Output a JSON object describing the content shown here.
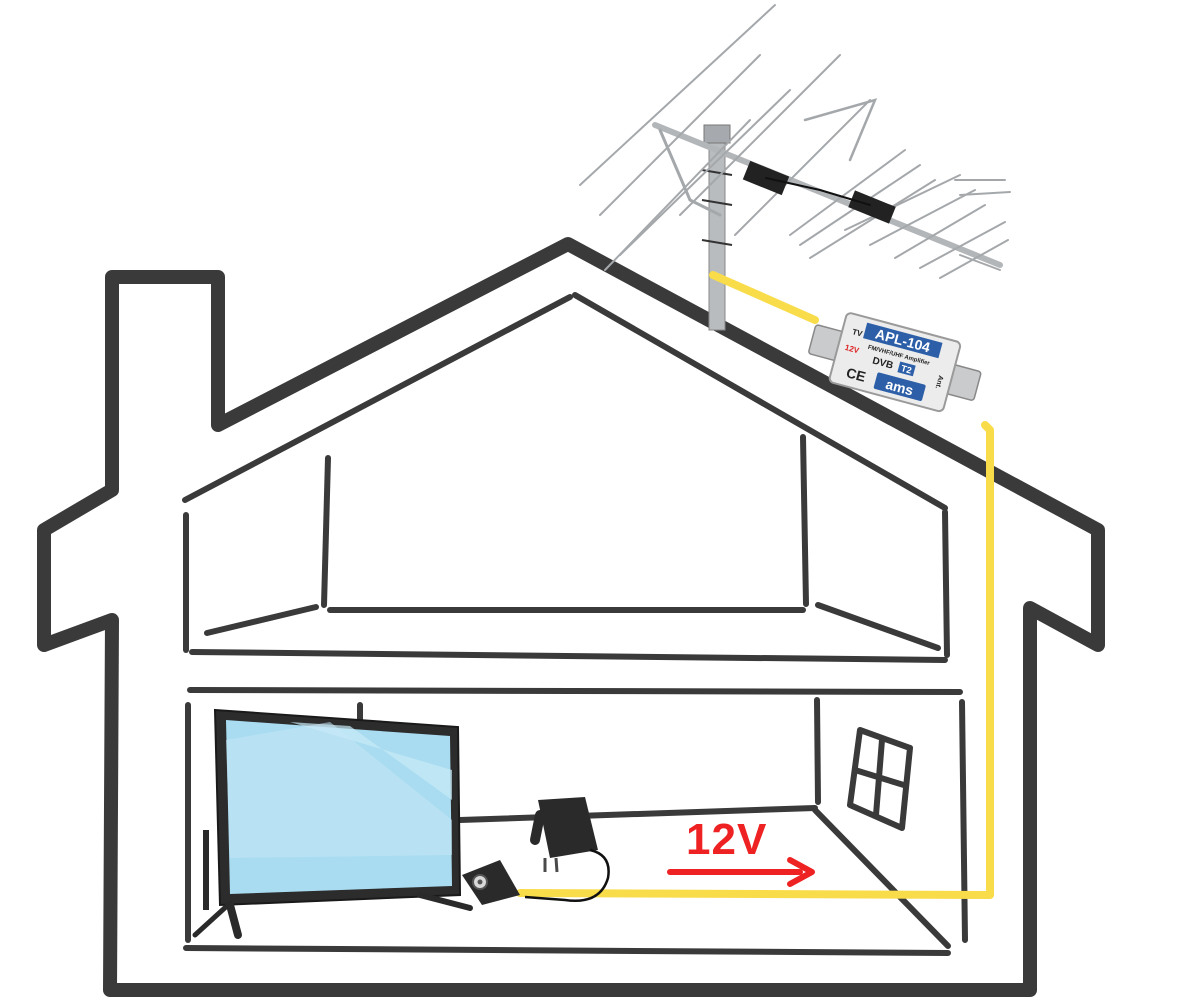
{
  "amplifier": {
    "model": "APL-104",
    "subtitle": "FM/VHF/UHF Amplifier",
    "tv_port": "TV",
    "voltage_mark": "12V",
    "dvb_mark": "DVB",
    "dvb_number": "T2",
    "ce_mark": "CE",
    "brand": "ams",
    "ant_port": "Ant."
  },
  "power": {
    "voltage_label": "12V"
  },
  "colors": {
    "house_outline": "#3a3a3a",
    "cable": "#f9dc4a",
    "arrow": "#ee2222",
    "tv_screen": "#a9dcf0",
    "amplifier_label": "#2d5fa8"
  }
}
